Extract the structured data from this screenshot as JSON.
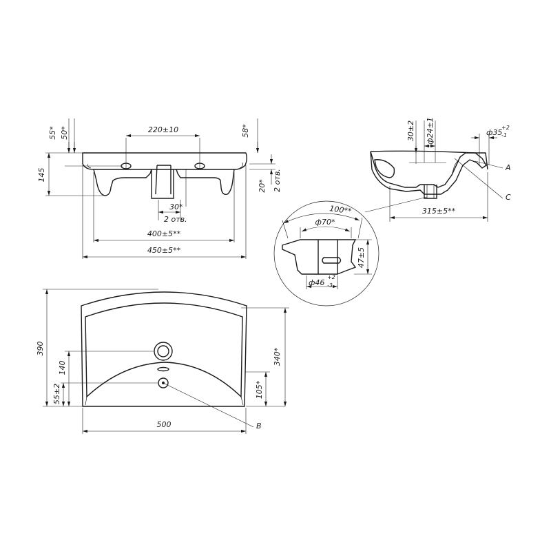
{
  "colors": {
    "line": "#1a1a1a",
    "background": "#ffffff"
  },
  "front_view": {
    "dims": {
      "hole_spacing": "220±10",
      "top_55": "55*",
      "top_50": "50*",
      "right_58": "58*",
      "height_145": "145",
      "right_20": "20*",
      "right_2holes": "2 отв.",
      "bottom_30": "30*",
      "bottom_2holes": "2 отв.",
      "width_400": "400±5**",
      "width_450": "450±5**"
    }
  },
  "side_view": {
    "dims": {
      "d30": "30±2",
      "d24": "ф24±1",
      "d35": "ф35",
      "d35_tol_up": "+2",
      "d35_tol_down": "-1",
      "depth_315": "315±5**",
      "callout_a": "A",
      "callout_c": "C"
    }
  },
  "detail": {
    "dims": {
      "d100": "100**",
      "d70": "ф70*",
      "h47": "47±5",
      "d46": "ф46",
      "d46_tol_up": "+2",
      "d46_tol_down": "-3"
    }
  },
  "plan_view": {
    "dims": {
      "height_390": "390",
      "d140": "140",
      "d55": "55±2",
      "d340": "340*",
      "d105": "105*",
      "width_500": "500",
      "callout_b": "B"
    }
  }
}
